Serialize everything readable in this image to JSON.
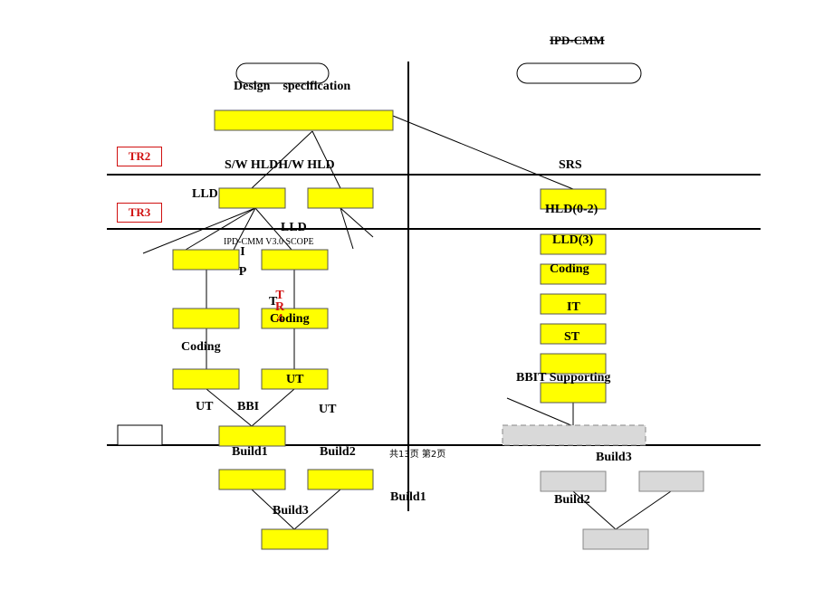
{
  "right_title": "IPD-CMM",
  "tr_markers": [
    "TR2",
    "TR3"
  ],
  "tr4_letters": [
    "T",
    "R",
    "4"
  ],
  "ip_letters": [
    "I",
    "P"
  ],
  "left": {
    "design_spec": "Design    specification",
    "sw_hld": "S/W HLDH/W HLD",
    "lld_1": "LLD",
    "lld_2": "LLD",
    "scope": "IPD-CMM V3.0 SCOPE",
    "t_label": "T",
    "coding_1": "Coding",
    "coding_2": "Coding",
    "ut_1": "UT",
    "ut_2": "UT",
    "ut_3": "UT",
    "bbi": "BBI",
    "build1_1": "Build1",
    "build2": "Build2",
    "build3": "Build3",
    "build1_2": "Build1"
  },
  "footer": "共13页 第2页",
  "right": {
    "srs": "SRS",
    "hld": "HLD(0-2)",
    "lld": "LLD(3)",
    "coding": "Coding",
    "it": "IT",
    "st": "ST",
    "bbit": "BBIT Supporting",
    "build3": "Build3",
    "build2": "Build2"
  },
  "colors": {
    "box_fill": "#ffff00",
    "gray_fill": "#d9d9d9",
    "tr_red": "#d01010",
    "line": "#000000"
  }
}
